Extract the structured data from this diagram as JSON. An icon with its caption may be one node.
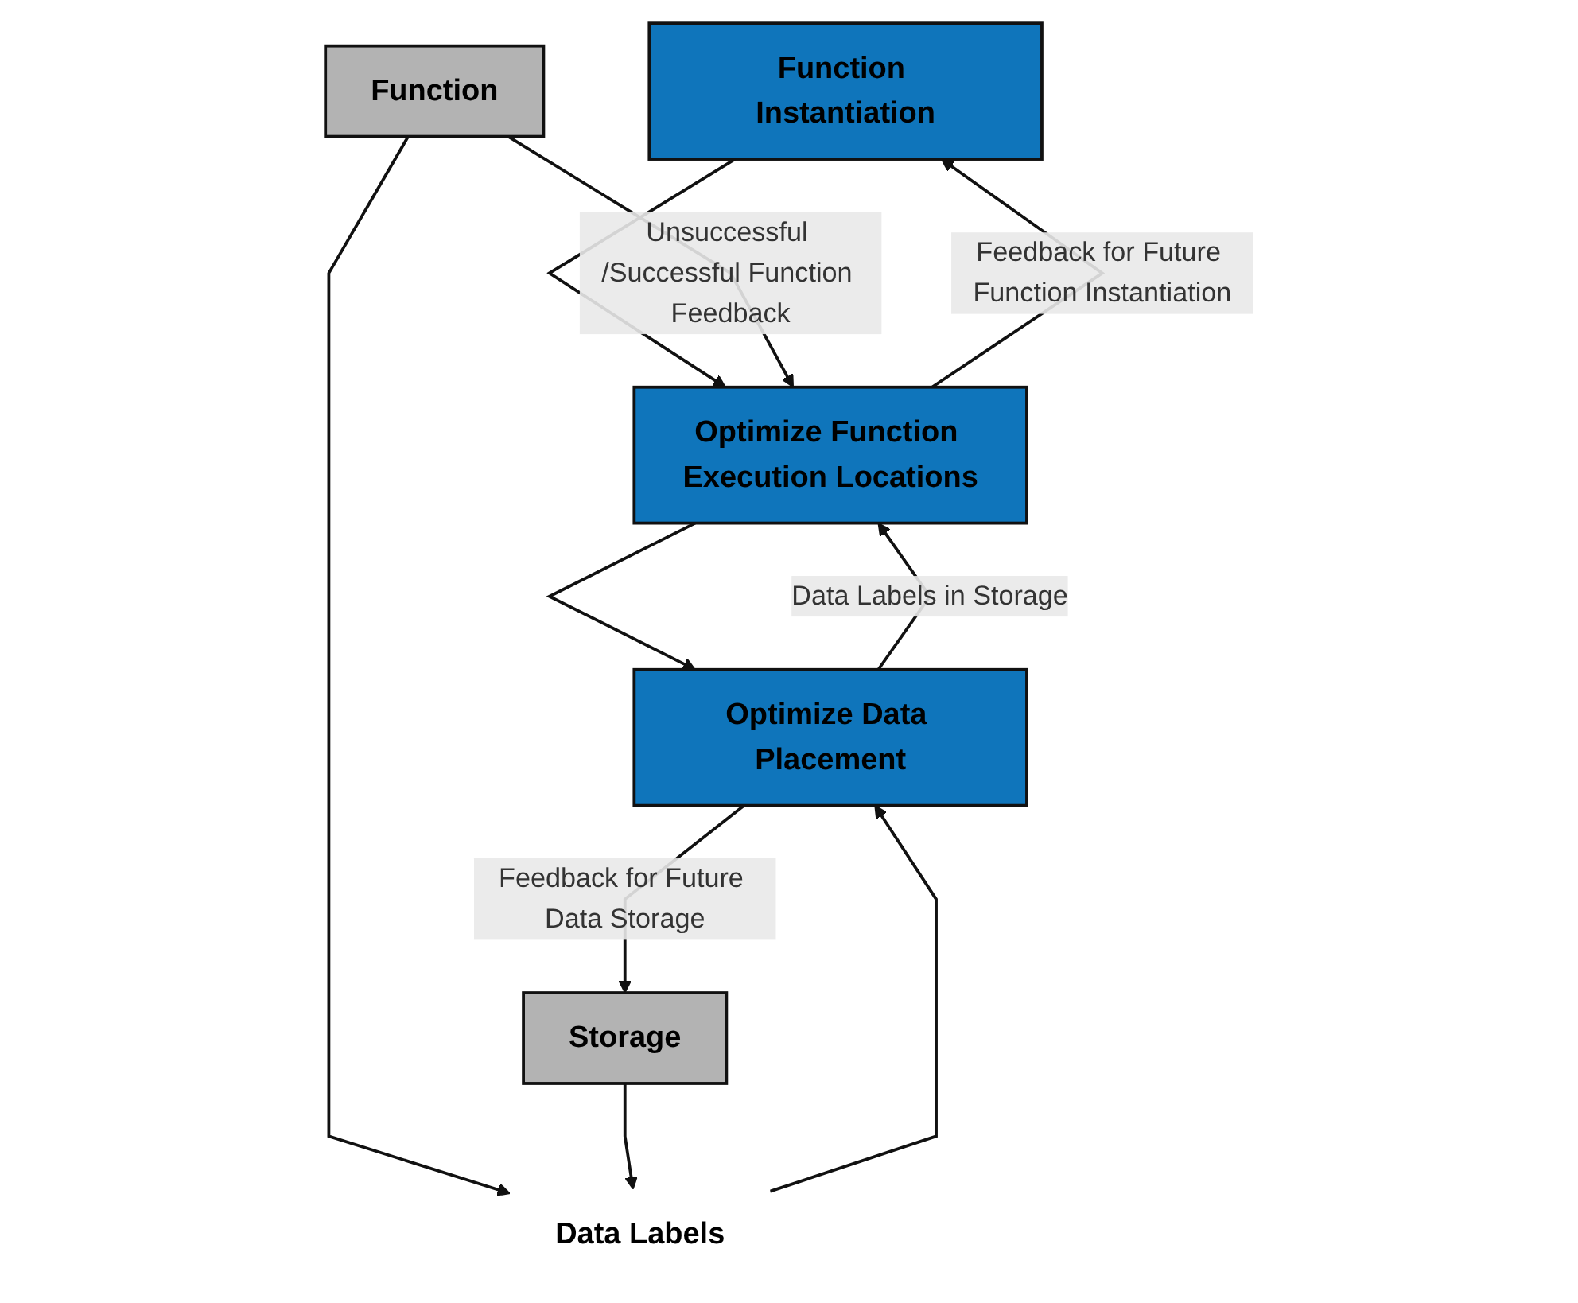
{
  "diagram": {
    "nodes": [
      {
        "text": [
          "Function Instantiation"
        ]
      },
      {
        "text": [
          "Function"
        ]
      },
      {
        "text": [
          "Optimize Function Execution Locations"
        ]
      },
      {
        "text": [
          "Optimize Data Placement"
        ]
      },
      {
        "text": [
          "Data Labels"
        ]
      },
      {
        "text": [
          "Storage"
        ]
      }
    ],
    "edges": [
      {
        "from": 0,
        "to": 2,
        "arrow": "to"
      },
      {
        "from": 1,
        "to": 2,
        "arrow": "to",
        "label": "Unsuccessful /Successful Function Feedback"
      },
      {
        "from": 2,
        "to": 0,
        "arrow": "to",
        "label": "Feedback for Future Function Instantiation"
      },
      {
        "from": 2,
        "to": 3,
        "arrow": "to"
      },
      {
        "from": 3,
        "to": 2,
        "arrow": "to",
        "label": "Data Labels in Storage"
      },
      {
        "from": 4,
        "to": 3,
        "arrow": "to"
      },
      {
        "from": 1,
        "to": 4,
        "arrow": "to"
      },
      {
        "from": 5,
        "to": 4,
        "arrow": "to"
      },
      {
        "from": 3,
        "to": 5,
        "arrow": "to",
        "label": "Feedback for Future Data Storage"
      }
    ]
  }
}
